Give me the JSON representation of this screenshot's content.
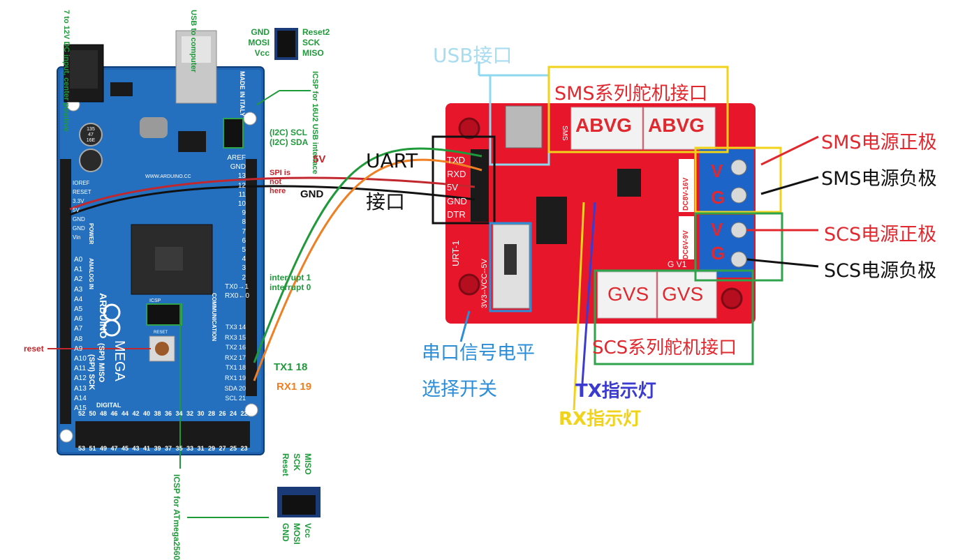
{
  "colors": {
    "arduino_board": "#1f63b0",
    "driver_board": "#e8162b",
    "label_green": "#1f9a3a",
    "label_red": "#e0282e",
    "label_blue": "#2d8ed8",
    "label_yellow": "#f0d31a",
    "label_purple": "#3b3bd2",
    "label_orange": "#ef7f22"
  },
  "arduino": {
    "dc_input": "7 to 12V DC input, center positive",
    "usb_computer": "USB to computer",
    "icsp_left": [
      "GND",
      "MOSI",
      "Vcc"
    ],
    "icsp_right": [
      "Reset2",
      "SCK",
      "MISO"
    ],
    "icsp_16u2": "ICSP for 16U2 USB interface",
    "made_in_italy": "MADE IN ITALY",
    "i2c_scl": "(I2C) SCL",
    "i2c_sda": "(I2C) SDA",
    "spi_not_here": "SPI is not here",
    "power_pins": [
      "IOREF",
      "RESET",
      "3.3V",
      "5V",
      "GND",
      "GND",
      "Vin"
    ],
    "power_label": "POWER",
    "analog_label": "ANALOG IN",
    "analog_pins": [
      "A0",
      "A1",
      "A2",
      "A3",
      "A4",
      "A5",
      "A6",
      "A7",
      "A8",
      "A9",
      "A10",
      "A11",
      "A12",
      "A13",
      "A14",
      "A15"
    ],
    "pwm_pins": [
      "AREF",
      "GND",
      "13",
      "12",
      "11",
      "10",
      "9",
      "8",
      "7",
      "6",
      "5",
      "4",
      "3",
      "2",
      "TX0→1",
      "RX0←0"
    ],
    "comm_pins": [
      "TX3 14",
      "RX3 15",
      "TX2 16",
      "RX2 17",
      "TX1 18",
      "RX1 19",
      "SDA 20",
      "SCL 21"
    ],
    "interrupt_1": "interrupt 1",
    "interrupt_0": "interrupt 0",
    "reset_label": "reset",
    "reset_button": "RESET",
    "arduino_text": "ARDUINO",
    "mega_text": "MEGA",
    "spi_miso": "(SPI) MISO",
    "spi_sck": "(SPI) SCK",
    "digital_label": "DIGITAL",
    "website": "WWW.ARDUINO.CC",
    "communication_label": "COMMUNICATION",
    "icsp_board_label": "ICSP",
    "tx1_label": "TX1 18",
    "rx1_label": "RX1 19",
    "icsp_2560": "ICSP for ATmega2560",
    "icsp_bottom_top": [
      "MISO",
      "SCK",
      "Reset"
    ],
    "icsp_bottom_bottom": [
      "Vcc",
      "MOSI",
      "GND"
    ],
    "cap_text": [
      "135",
      "47",
      "16E"
    ],
    "bottom_row_numbers": [
      "52",
      "50",
      "48",
      "46",
      "44",
      "42",
      "40",
      "38",
      "36",
      "34",
      "32",
      "30",
      "28",
      "26",
      "24",
      "22"
    ],
    "bottom_row_numbers2": [
      "53",
      "51",
      "49",
      "47",
      "45",
      "43",
      "41",
      "39",
      "37",
      "35",
      "33",
      "31",
      "29",
      "27",
      "25",
      "23"
    ]
  },
  "wires": {
    "five_v": "5V",
    "gnd": "GND"
  },
  "driver": {
    "usb_port": "USB接口",
    "uart_label": "UART",
    "uart_label2": "接口",
    "uart_pins": [
      "TXD",
      "RXD",
      "5V",
      "GND",
      "DTR"
    ],
    "sms_port": "SMS系列舵机接口",
    "abvg": [
      "ABVG",
      "ABVG"
    ],
    "sms_pos": "SMS电源正极",
    "sms_neg": "SMS电源负极",
    "scs_pos": "SCS电源正极",
    "scs_neg": "SCS电源负极",
    "terminal_letters": [
      "V",
      "G",
      "V",
      "G"
    ],
    "dc_sms": "DC8V-16V",
    "dc_scs": "DC6V-9V",
    "gvs": [
      "GVS",
      "GVS"
    ],
    "scs_port": "SCS系列舵机接口",
    "level_switch_1": "串口信号电平",
    "level_switch_2": "选择开关",
    "switch_text": "3V3--VCC--5V",
    "tx_led": "TX指示灯",
    "rx_led": "RX指示灯",
    "urt": "URT-1",
    "sms_conn": "SMS",
    "g_v1": "G  V1"
  }
}
